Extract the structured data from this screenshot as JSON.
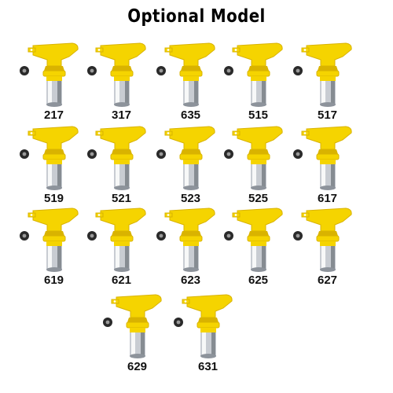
{
  "title": "Optional Model",
  "models": [
    "217",
    "317",
    "635",
    "515",
    "517",
    "519",
    "521",
    "523",
    "525",
    "617",
    "619",
    "621",
    "623",
    "625",
    "627",
    "629",
    "631"
  ],
  "colors": {
    "tip_body": "#f5d400",
    "tip_shade": "#d9b300",
    "barrel": "#c8ccd2",
    "seal": "#2a2a2a"
  }
}
